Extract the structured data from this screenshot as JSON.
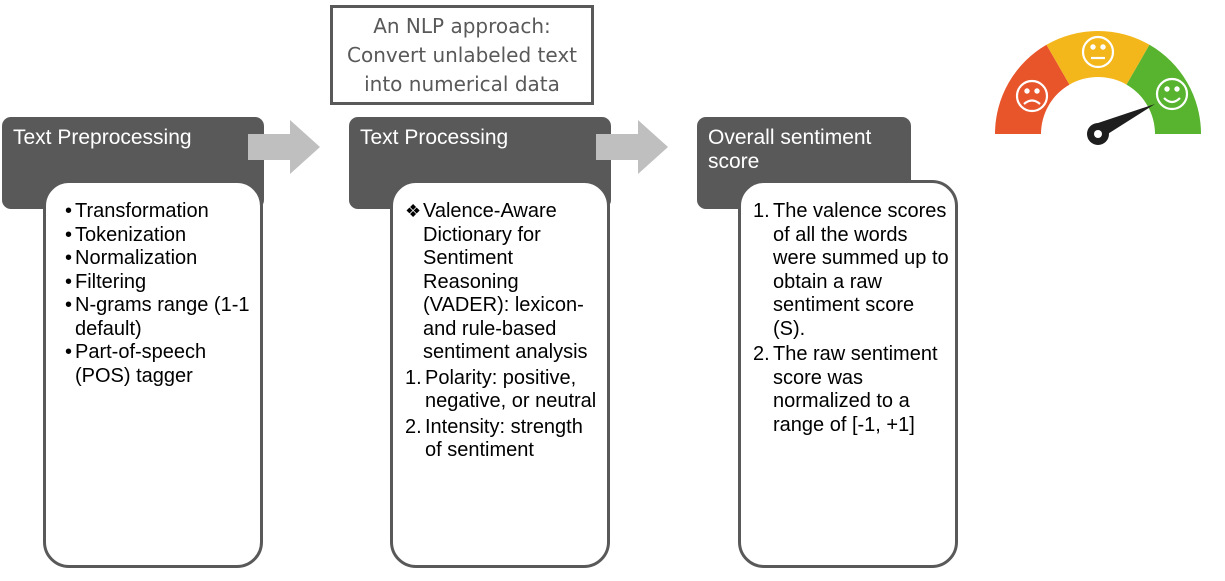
{
  "callout": {
    "lines": [
      "An NLP approach:",
      "Convert unlabeled text",
      "into numerical data"
    ]
  },
  "steps": [
    {
      "title": "Text Preprocessing",
      "bullet_marker": "•",
      "items": [
        "Transformation",
        "Tokenization",
        "Normalization",
        "Filtering",
        "N-grams range (1-1 default)",
        "Part-of-speech (POS) tagger"
      ]
    },
    {
      "title": "Text Processing",
      "diamond_marker": "❖",
      "intro": "Valence-Aware Dictionary for Sentiment Reasoning (VADER): lexicon- and rule-based sentiment analysis",
      "items": [
        {
          "marker": "1.",
          "text": "Polarity: positive, negative, or neutral"
        },
        {
          "marker": "2.",
          "text": "Intensity: strength of sentiment"
        }
      ]
    },
    {
      "title": "Overall sentiment score",
      "items": [
        {
          "marker": "1.",
          "text": "The valence scores of all the words were summed up to obtain a raw sentiment score (S)."
        },
        {
          "marker": "2.",
          "text": "The raw sentiment score was normalized to a range of [-1, +1]"
        }
      ]
    }
  ],
  "colors": {
    "header_fill": "#595959",
    "arrow": "#bfbfbf",
    "gauge_negative": "#e8552b",
    "gauge_neutral": "#f4b71b",
    "gauge_positive": "#58b42f",
    "needle": "#1e1e1e"
  },
  "gauge": {
    "faces": [
      "sad-face-icon",
      "neutral-face-icon",
      "happy-face-icon"
    ],
    "needle_points_to": "positive"
  }
}
